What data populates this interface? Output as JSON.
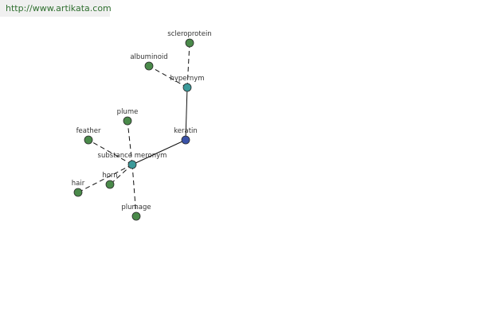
{
  "watermark": "http://www.artikata.com",
  "colors": {
    "leaf": "#4a8a4a",
    "relation": "#3b9a9a",
    "root": "#3a52a8"
  },
  "nodes": [
    {
      "id": "keratin",
      "label": "keratin",
      "kind": "root"
    },
    {
      "id": "hypernym",
      "label": "hypernym",
      "kind": "relation"
    },
    {
      "id": "substance-meronym",
      "label": "substance meronym",
      "kind": "relation"
    },
    {
      "id": "scleroprotein",
      "label": "scleroprotein",
      "kind": "leaf"
    },
    {
      "id": "albuminoid",
      "label": "albuminoid",
      "kind": "leaf"
    },
    {
      "id": "plume",
      "label": "plume",
      "kind": "leaf"
    },
    {
      "id": "feather",
      "label": "feather",
      "kind": "leaf"
    },
    {
      "id": "horn",
      "label": "horn",
      "kind": "leaf"
    },
    {
      "id": "hair",
      "label": "hair",
      "kind": "leaf"
    },
    {
      "id": "plumage",
      "label": "plumage",
      "kind": "leaf"
    }
  ],
  "edges": [
    {
      "from": "keratin",
      "to": "hypernym",
      "style": "solid"
    },
    {
      "from": "keratin",
      "to": "substance-meronym",
      "style": "solid"
    },
    {
      "from": "hypernym",
      "to": "scleroprotein",
      "style": "dashed"
    },
    {
      "from": "hypernym",
      "to": "albuminoid",
      "style": "dashed"
    },
    {
      "from": "substance-meronym",
      "to": "plume",
      "style": "dashed"
    },
    {
      "from": "substance-meronym",
      "to": "feather",
      "style": "dashed"
    },
    {
      "from": "substance-meronym",
      "to": "horn",
      "style": "dashed"
    },
    {
      "from": "substance-meronym",
      "to": "hair",
      "style": "dashed"
    },
    {
      "from": "substance-meronym",
      "to": "plumage",
      "style": "dashed"
    }
  ]
}
